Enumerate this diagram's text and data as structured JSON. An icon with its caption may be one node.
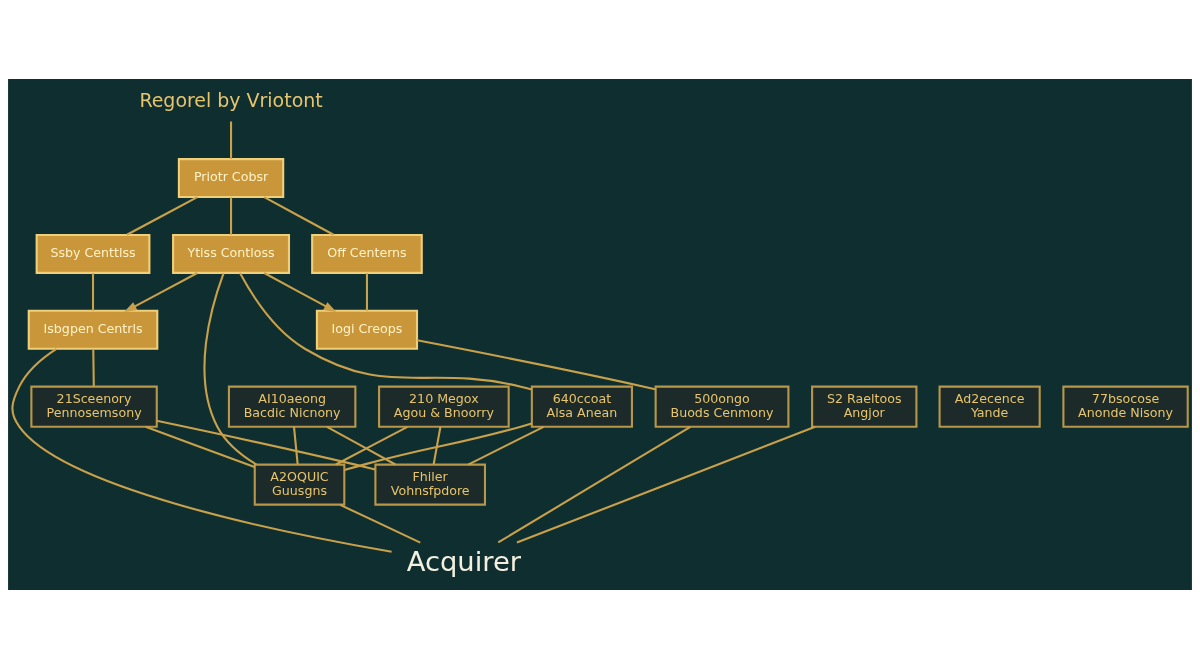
{
  "diagram": {
    "nodes": [
      {
        "text": [
          "Regorel by Vriotont"
        ]
      },
      {
        "text": [
          "Priotr Cobsr"
        ]
      },
      {
        "text": [
          "Off Centerns"
        ]
      },
      {
        "text": [
          "Ssby Centtlss"
        ]
      },
      {
        "text": [
          "Iogi Creops"
        ]
      },
      {
        "text": [
          "Ytiss Contloss"
        ]
      },
      {
        "text": [
          "Isbgpen Centrls"
        ]
      },
      {
        "text": [
          "Ad2ecence",
          "Yande"
        ]
      },
      {
        "text": [
          "S2 Raeltoos",
          "Angjor"
        ]
      },
      {
        "text": [
          "500ongo",
          "Buods Cenmony"
        ]
      },
      {
        "text": [
          "640ccoat",
          "Alsa Anean"
        ]
      },
      {
        "text": [
          "210 Megox",
          "Agou & Bnoorry"
        ]
      },
      {
        "text": [
          "21Sceenory",
          "Pennosemsony"
        ]
      },
      {
        "text": [
          "AI10aeong",
          "Bacdic Nicnony"
        ]
      },
      {
        "text": [
          "77bsocose",
          "Anonde Nisony"
        ]
      },
      {
        "text": [
          "Fhiler",
          "Vohnsfpdore"
        ]
      },
      {
        "text": [
          "A2OQUIC",
          "Guusgns"
        ]
      },
      {
        "text": [
          "Acquirer"
        ]
      }
    ],
    "edges": [
      {
        "from": 0,
        "to": 1,
        "arrow": "none"
      },
      {
        "from": 1,
        "to": 2,
        "arrow": "none"
      },
      {
        "from": 1,
        "to": 3,
        "arrow": "none"
      },
      {
        "from": 1,
        "to": 5,
        "arrow": "none"
      },
      {
        "from": 2,
        "to": 4,
        "arrow": "none"
      },
      {
        "from": 3,
        "to": 6,
        "arrow": "none"
      },
      {
        "from": 5,
        "to": 4,
        "arrow": "to"
      },
      {
        "from": 5,
        "to": 6,
        "arrow": "to"
      },
      {
        "from": 4,
        "to": 9,
        "arrow": "none"
      },
      {
        "from": 5,
        "to": 10,
        "arrow": "none"
      },
      {
        "from": 6,
        "to": 12,
        "arrow": "none"
      },
      {
        "from": 5,
        "to": 16,
        "arrow": "none"
      },
      {
        "from": 10,
        "to": 15,
        "arrow": "none"
      },
      {
        "from": 11,
        "to": 15,
        "arrow": "none"
      },
      {
        "from": 12,
        "to": 15,
        "arrow": "none"
      },
      {
        "from": 13,
        "to": 15,
        "arrow": "none"
      },
      {
        "from": 10,
        "to": 16,
        "arrow": "none"
      },
      {
        "from": 11,
        "to": 16,
        "arrow": "none"
      },
      {
        "from": 12,
        "to": 16,
        "arrow": "none"
      },
      {
        "from": 13,
        "to": 16,
        "arrow": "none"
      },
      {
        "from": 8,
        "to": 17,
        "arrow": "none"
      },
      {
        "from": 9,
        "to": 17,
        "arrow": "none"
      },
      {
        "from": 16,
        "to": 17,
        "arrow": "none"
      },
      {
        "from": 6,
        "to": 17,
        "arrow": "none"
      }
    ]
  }
}
